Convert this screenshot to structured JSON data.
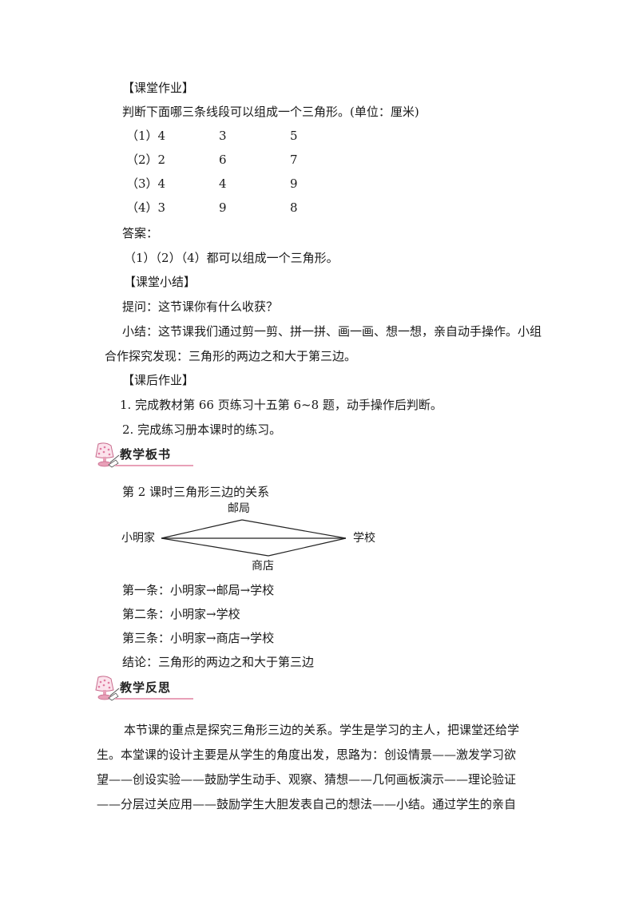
{
  "classwork": {
    "heading": "【课堂作业】",
    "question": "判断下面哪三条线段可以组成一个三角形。(单位：厘米)",
    "rows": [
      {
        "label": "（1）4",
        "b": "3",
        "c": "5"
      },
      {
        "label": "（2）2",
        "b": "6",
        "c": "7"
      },
      {
        "label": "（3）4",
        "b": "4",
        "c": "9"
      },
      {
        "label": "（4）3",
        "b": "9",
        "c": "8"
      }
    ],
    "answer_label": "答案：",
    "answer_text": "（1）（2）（4）都可以组成一个三角形。"
  },
  "summary": {
    "heading": "【课堂小结】",
    "question": "提问：这节课你有什么收获？",
    "text_line1": "小结：这节课我们通过剪一剪、拼一拼、画一画、想一想，亲自动手操作。小组",
    "text_line2": "合作探究发现：三角形的两边之和大于第三边。"
  },
  "homework": {
    "heading": "【课后作业】",
    "items": [
      "1. 完成教材第 66 页练习十五第 6~8 题，动手操作后判断。",
      "2. 完成练习册本课时的练习。"
    ]
  },
  "board": {
    "banner_title": "教学板书",
    "lesson_title": "第 2 课时三角形三边的关系",
    "diagram": {
      "left": "小明家",
      "top": "邮局",
      "right": "学校",
      "bottom": "商店"
    },
    "routes": [
      "第一条：小明家→邮局→学校",
      "第二条：小明家→学校",
      "第三条：小明家→商店→学校"
    ],
    "conclusion": "结论：三角形的两边之和大于第三边"
  },
  "reflection": {
    "banner_title": "教学反思",
    "lines": [
      "本节课的重点是探究三角形三边的关系。学生是学习的主人，把课堂还给学",
      "生。本堂课的设计主要是从学生的角度出发，思路为：创设情景——激发学习欲",
      "望——创设实验——鼓励学生动手、观察、猜想——几何画板演示——理论验证",
      "——分层过关应用——鼓励学生大胆发表自己的想法——小结。通过学生的亲自"
    ]
  },
  "colors": {
    "banner_accent": "#e8a0b8",
    "text": "#1a1a1a"
  }
}
